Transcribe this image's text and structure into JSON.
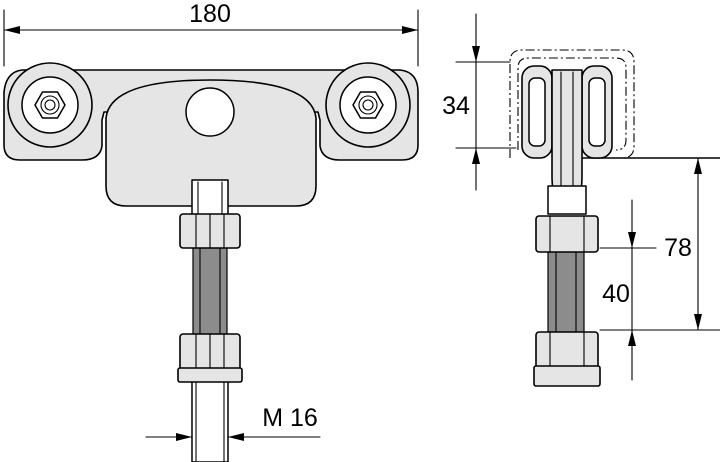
{
  "dimensions": {
    "overall_width": "180",
    "bracket_height": "34",
    "total_height": "78",
    "thread_length": "40",
    "thread_size": "M 16"
  }
}
